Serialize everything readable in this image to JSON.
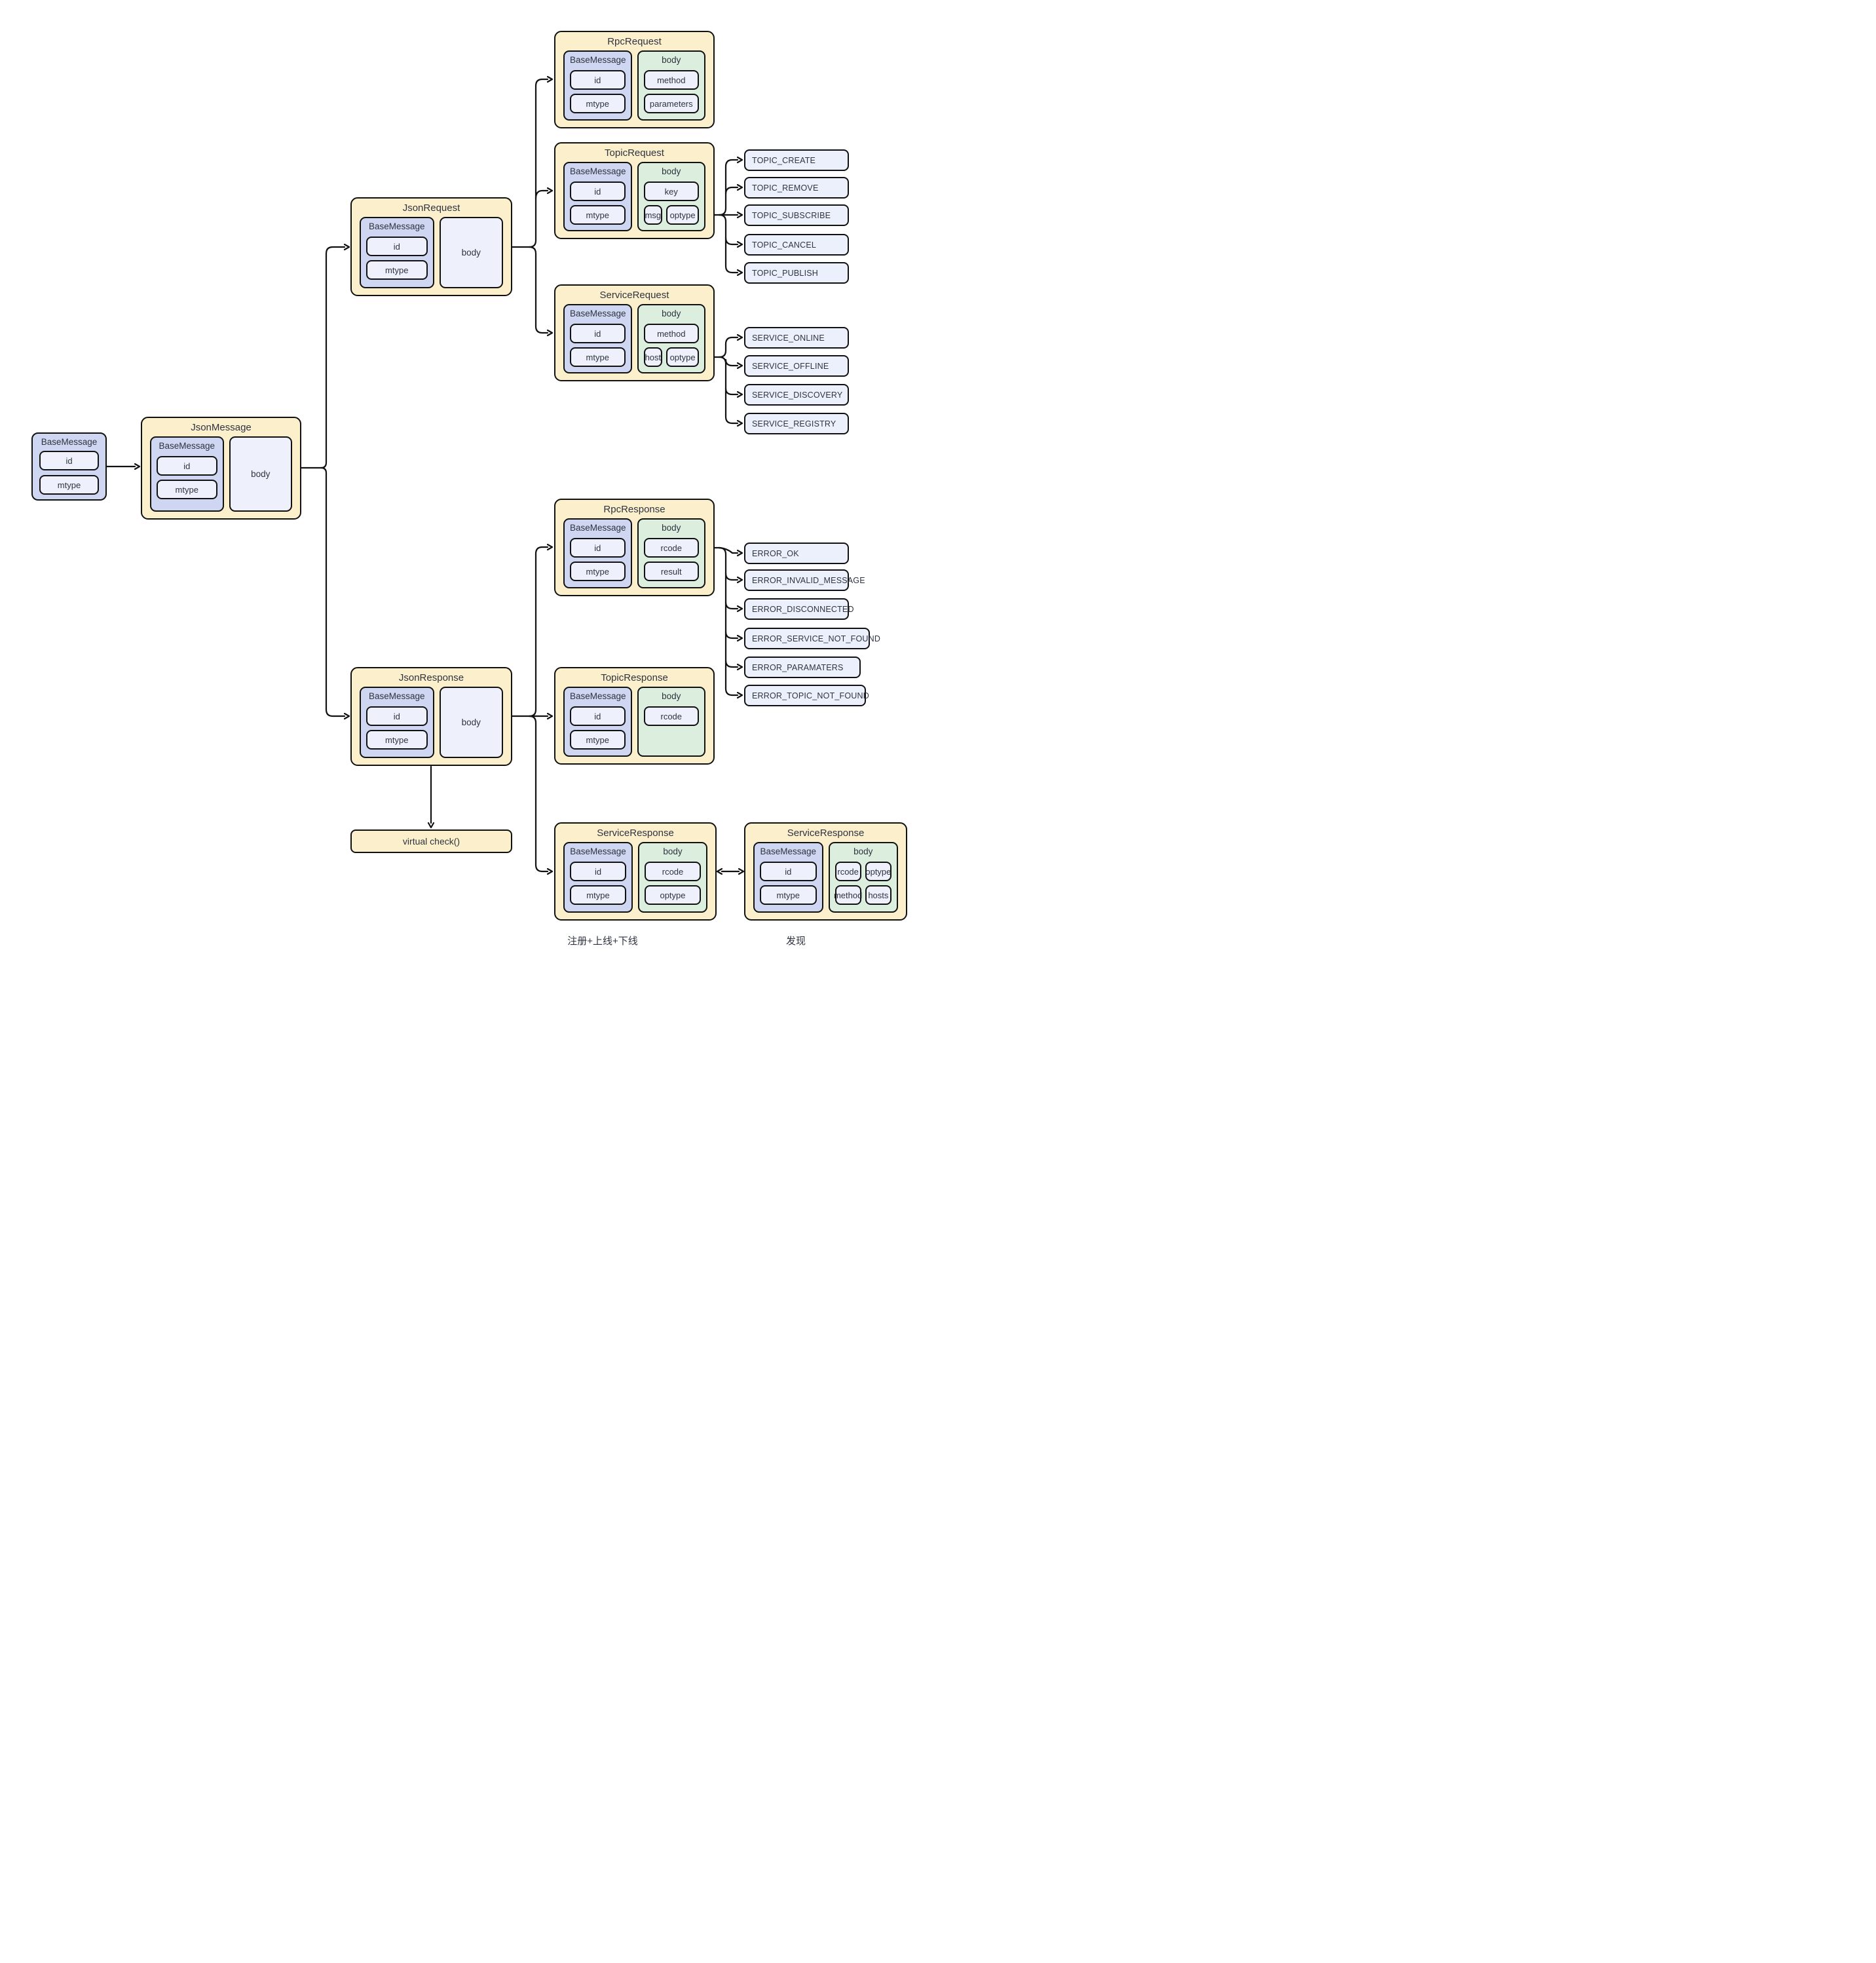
{
  "colors": {
    "container_fill": "#FCEFCB",
    "base_fill": "#CFD6F1",
    "field_fill": "#EEF1FC",
    "body_fill": "#DCEFDF",
    "enum_fill": "#EBF0FC",
    "stroke": "#111111",
    "text": "#2E3340"
  },
  "classes": {
    "base_message": {
      "title": "BaseMessage",
      "fields": [
        "id",
        "mtype"
      ]
    },
    "json_message": {
      "title": "JsonMessage",
      "base_title": "BaseMessage",
      "base_fields": [
        "id",
        "mtype"
      ],
      "body_label": "body"
    },
    "json_request": {
      "title": "JsonRequest",
      "base_title": "BaseMessage",
      "base_fields": [
        "id",
        "mtype"
      ],
      "body_label": "body"
    },
    "json_response": {
      "title": "JsonResponse",
      "base_title": "BaseMessage",
      "base_fields": [
        "id",
        "mtype"
      ],
      "body_label": "body"
    },
    "rpc_request": {
      "title": "RpcRequest",
      "base_title": "BaseMessage",
      "base_fields": [
        "id",
        "mtype"
      ],
      "body_title": "body",
      "body_fields": [
        "method",
        "parameters"
      ]
    },
    "topic_request": {
      "title": "TopicRequest",
      "base_title": "BaseMessage",
      "base_fields": [
        "id",
        "mtype"
      ],
      "body_title": "body",
      "body_field_full": "key",
      "body_field_left": "msg",
      "body_field_right": "optype"
    },
    "service_request": {
      "title": "ServiceRequest",
      "base_title": "BaseMessage",
      "base_fields": [
        "id",
        "mtype"
      ],
      "body_title": "body",
      "body_field_full": "method",
      "body_field_left": "host",
      "body_field_right": "optype"
    },
    "rpc_response": {
      "title": "RpcResponse",
      "base_title": "BaseMessage",
      "base_fields": [
        "id",
        "mtype"
      ],
      "body_title": "body",
      "body_fields": [
        "rcode",
        "result"
      ]
    },
    "topic_response": {
      "title": "TopicResponse",
      "base_title": "BaseMessage",
      "base_fields": [
        "id",
        "mtype"
      ],
      "body_title": "body",
      "body_fields": [
        "rcode"
      ]
    },
    "service_response": {
      "title": "ServiceResponse",
      "base_title": "BaseMessage",
      "base_fields": [
        "id",
        "mtype"
      ],
      "body_title": "body",
      "body_fields": [
        "rcode",
        "optype"
      ]
    },
    "service_response_detail": {
      "title": "ServiceResponse",
      "base_title": "BaseMessage",
      "base_fields": [
        "id",
        "mtype"
      ],
      "body_title": "body",
      "body_grid": [
        [
          "rcode",
          "optype"
        ],
        [
          "method",
          "hosts"
        ]
      ]
    }
  },
  "virtual_check_label": "virtual check()",
  "topic_optypes": [
    "TOPIC_CREATE",
    "TOPIC_REMOVE",
    "TOPIC_SUBSCRIBE",
    "TOPIC_CANCEL",
    "TOPIC_PUBLISH"
  ],
  "service_optypes": [
    "SERVICE_ONLINE",
    "SERVICE_OFFLINE",
    "SERVICE_DISCOVERY",
    "SERVICE_REGISTRY"
  ],
  "error_codes": [
    "ERROR_OK",
    "ERROR_INVALID_MESSAGE",
    "ERROR_DISCONNECTED",
    "ERROR_SERVICE_NOT_FOUND",
    "ERROR_PARAMATERS",
    "ERROR_TOPIC_NOT_FOUND"
  ],
  "captions": {
    "register_online_offline": "注册+上线+下线",
    "discovery": "发现"
  }
}
